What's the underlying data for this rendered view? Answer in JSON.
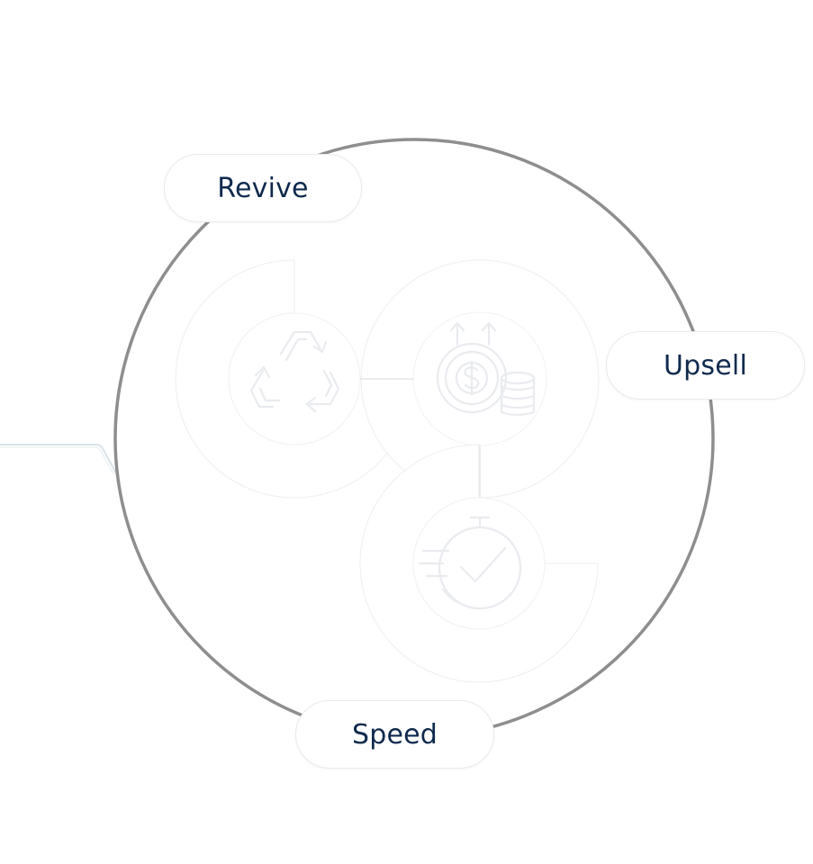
{
  "labels": {
    "revive": "Revive",
    "upsell": "Upsell",
    "speed": "Speed"
  },
  "colors": {
    "ring": "#8e8e8e",
    "label": "#0f2a4d",
    "icon_stroke": "#e9ebef",
    "card_stroke": "#efefef",
    "connector": "#d9e3e8"
  },
  "icons": {
    "revive": "recycle-icon",
    "upsell": "coins-growth-icon",
    "speed": "stopwatch-check-icon"
  }
}
